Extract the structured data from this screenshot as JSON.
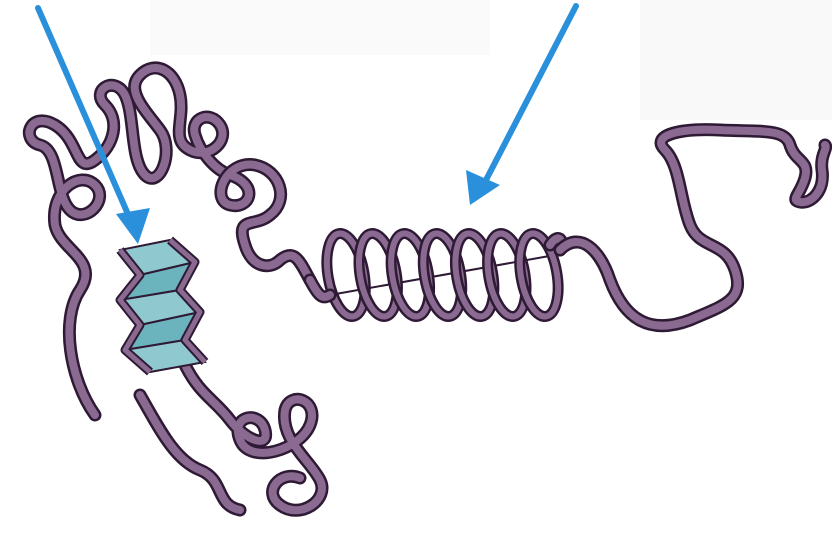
{
  "colors": {
    "background": "#ffffff",
    "ribbon_fill": "#8a6a90",
    "ribbon_edge": "#2e1a34",
    "sheet_fill_light": "#8fc9cf",
    "sheet_fill_dark": "#6cb4bd",
    "arrow": "#2a90dc"
  },
  "diagram": {
    "description_labels": [],
    "structures": [
      {
        "kind": "beta-pleated-sheet",
        "color": "teal"
      },
      {
        "kind": "alpha-helix",
        "turns": 7
      }
    ],
    "arrows": [
      {
        "points_to": "beta-pleated-sheet",
        "color": "#2a90dc"
      },
      {
        "points_to": "alpha-helix",
        "color": "#2a90dc"
      }
    ]
  }
}
